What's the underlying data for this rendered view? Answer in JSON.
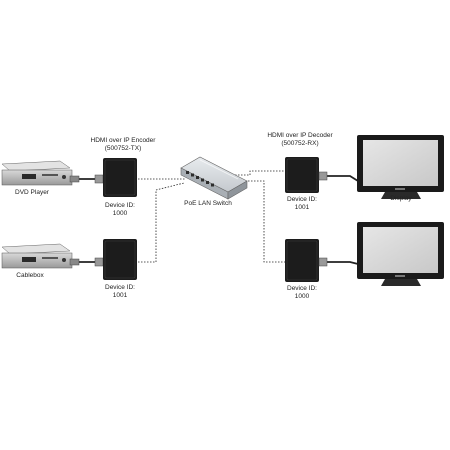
{
  "labels": {
    "encoder_title": "HDMI over IP Encoder",
    "encoder_model": "(500752-TX)",
    "decoder_title": "HDMI over IP Decoder",
    "decoder_model": "(500752-RX)",
    "switch": "PoE LAN Switch",
    "dvd_player": "DVD Player",
    "cablebox": "Cablebox",
    "display": "Display"
  },
  "devices": {
    "encoder_top": {
      "label": "Device ID:",
      "id": "1000"
    },
    "encoder_bottom": {
      "label": "Device ID:",
      "id": "1001"
    },
    "decoder_top": {
      "label": "Device ID:",
      "id": "1001"
    },
    "decoder_bottom": {
      "label": "Device ID:",
      "id": "1000"
    }
  },
  "colors": {
    "device_body": "#1c1c1c",
    "cable": "#222222",
    "monitor_bezel": "#1a1a1a",
    "monitor_screen": "#d4d4d4",
    "switch_body": "#cfd4d8"
  }
}
